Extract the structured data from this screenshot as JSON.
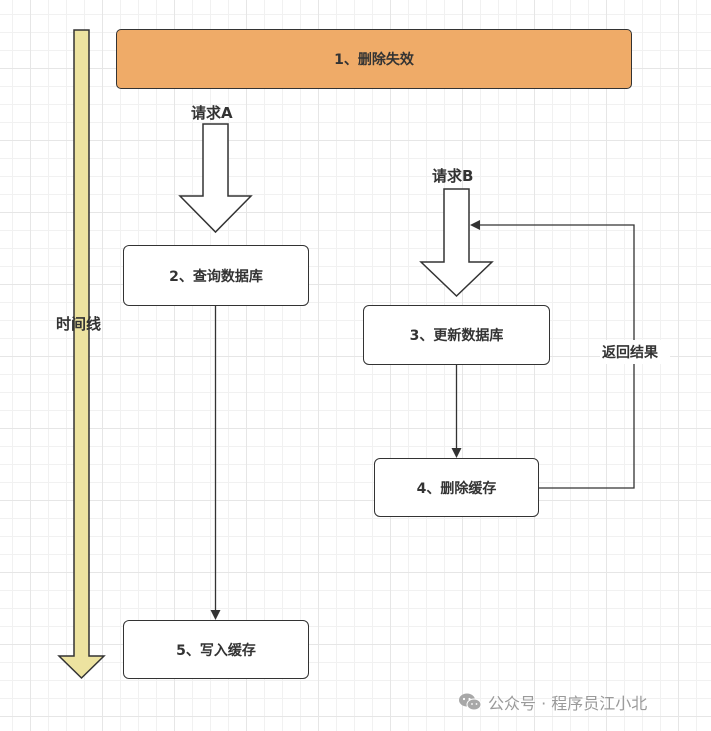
{
  "diagram": {
    "timeline_label": "时间线",
    "header_step": "1、删除失效",
    "request_a_label": "请求A",
    "request_b_label": "请求B",
    "steps": {
      "query_db": "2、查询数据库",
      "update_db": "3、更新数据库",
      "delete_cache": "4、删除缓存",
      "write_cache": "5、写入缓存"
    },
    "return_label": "返回结果"
  },
  "colors": {
    "header_fill": "#EFAB68",
    "timeline_fill": "#EDE3A0",
    "stroke": "#333333"
  },
  "watermark": {
    "icon": "wechat-icon",
    "text": "公众号 · 程序员江小北"
  }
}
